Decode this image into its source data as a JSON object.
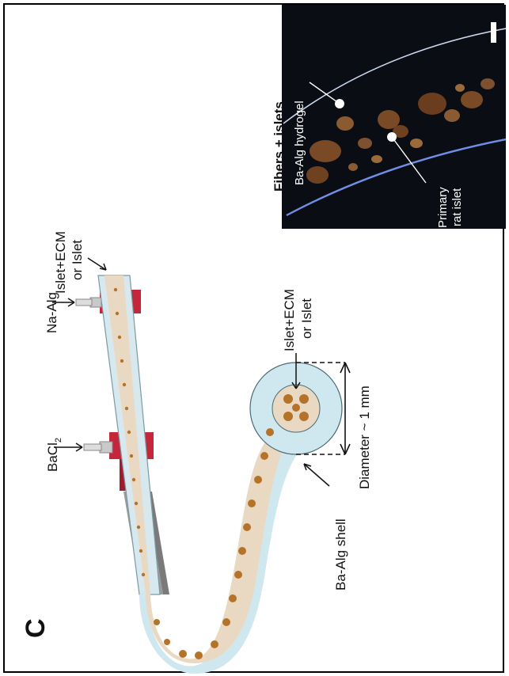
{
  "panel_label": "C",
  "labels": {
    "na_alg": "Na-Alg",
    "bacl": "BaCl",
    "bacl_sub": "2",
    "islet_ecm_top_1": "Islet+ECM",
    "islet_ecm_top_2": "or Islet",
    "islet_ecm_mid_1": "Islet+ECM",
    "islet_ecm_mid_2": "or Islet",
    "diameter": "Diameter ~ 1 mm",
    "ba_alg_shell": "Ba-Alg shell"
  },
  "inset": {
    "title": "Fibers + islets",
    "hydrogel_label": "Ba-Alg hydrogel",
    "islet_label_1": "Primary",
    "islet_label_2": "rat islet"
  },
  "colors": {
    "gel_blue": "#cfe7ee",
    "core_tan": "#ead9c2",
    "islet_brown": "#b5732a",
    "nozzle_red": "#c4263a",
    "nozzle_gray": "#9a9a9a",
    "inset_bg": "#0b0d14"
  }
}
